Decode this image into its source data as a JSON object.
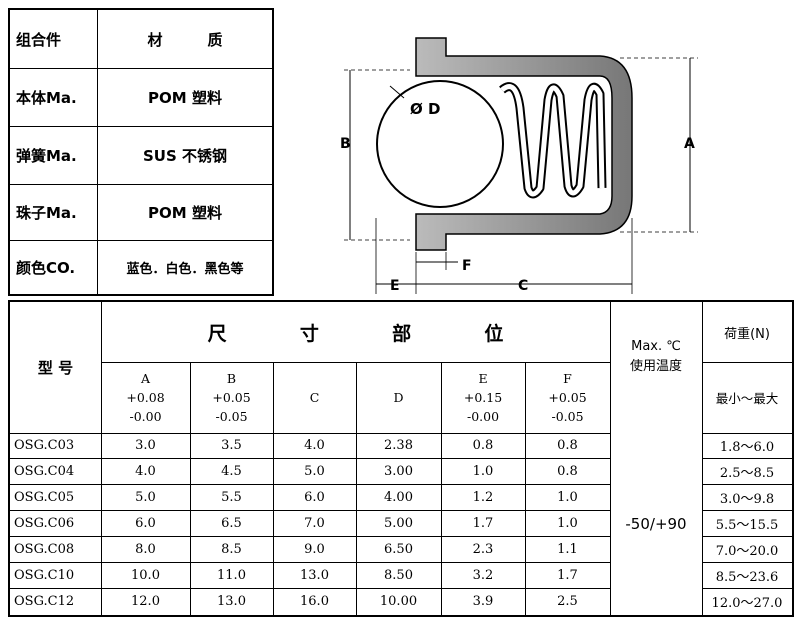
{
  "components": {
    "header": {
      "label": "组合件",
      "value": "材　　　质"
    },
    "rows": [
      {
        "label": "本体Ma.",
        "value": "POM 塑料"
      },
      {
        "label": "弹簧Ma.",
        "value": "SUS 不锈钢"
      },
      {
        "label": "珠子Ma.",
        "value": "POM 塑料"
      },
      {
        "label": "颜色CO.",
        "value": "蓝色．白色．黑色等"
      }
    ]
  },
  "diagram": {
    "labels": {
      "dia": "Ø D",
      "b": "B",
      "a": "A",
      "e": "E",
      "f": "F",
      "c": "C"
    }
  },
  "table": {
    "model_header": "型 号",
    "dimension_header": [
      "尺",
      "寸",
      "部",
      "位"
    ],
    "temp_header": [
      "Max. ℃",
      "使用温度"
    ],
    "load_header": "荷重(N)",
    "load_sub": "最小～最大",
    "columns": [
      {
        "name": "A",
        "tol1": "+0.08",
        "tol2": "-0.00"
      },
      {
        "name": "B",
        "tol1": "+0.05",
        "tol2": "-0.05"
      },
      {
        "name": "C",
        "tol1": "",
        "tol2": ""
      },
      {
        "name": "D",
        "tol1": "",
        "tol2": ""
      },
      {
        "name": "E",
        "tol1": "+0.15",
        "tol2": "-0.00"
      },
      {
        "name": "F",
        "tol1": "+0.05",
        "tol2": "-0.05"
      }
    ],
    "temperature": "-50/+90",
    "rows": [
      {
        "model": "OSG.C03",
        "a": "3.0",
        "b": "3.5",
        "c": "4.0",
        "d": "2.38",
        "e": "0.8",
        "f": "0.8",
        "load": "1.8～6.0"
      },
      {
        "model": "OSG.C04",
        "a": "4.0",
        "b": "4.5",
        "c": "5.0",
        "d": "3.00",
        "e": "1.0",
        "f": "0.8",
        "load": "2.5～8.5"
      },
      {
        "model": "OSG.C05",
        "a": "5.0",
        "b": "5.5",
        "c": "6.0",
        "d": "4.00",
        "e": "1.2",
        "f": "1.0",
        "load": "3.0～9.8"
      },
      {
        "model": "OSG.C06",
        "a": "6.0",
        "b": "6.5",
        "c": "7.0",
        "d": "5.00",
        "e": "1.7",
        "f": "1.0",
        "load": "5.5～15.5"
      },
      {
        "model": "OSG.C08",
        "a": "8.0",
        "b": "8.5",
        "c": "9.0",
        "d": "6.50",
        "e": "2.3",
        "f": "1.1",
        "load": "7.0～20.0"
      },
      {
        "model": "OSG.C10",
        "a": "10.0",
        "b": "11.0",
        "c": "13.0",
        "d": "8.50",
        "e": "3.2",
        "f": "1.7",
        "load": "8.5～23.6"
      },
      {
        "model": "OSG.C12",
        "a": "12.0",
        "b": "13.0",
        "c": "16.0",
        "d": "10.00",
        "e": "3.9",
        "f": "2.5",
        "load": "12.0～27.0"
      }
    ]
  }
}
